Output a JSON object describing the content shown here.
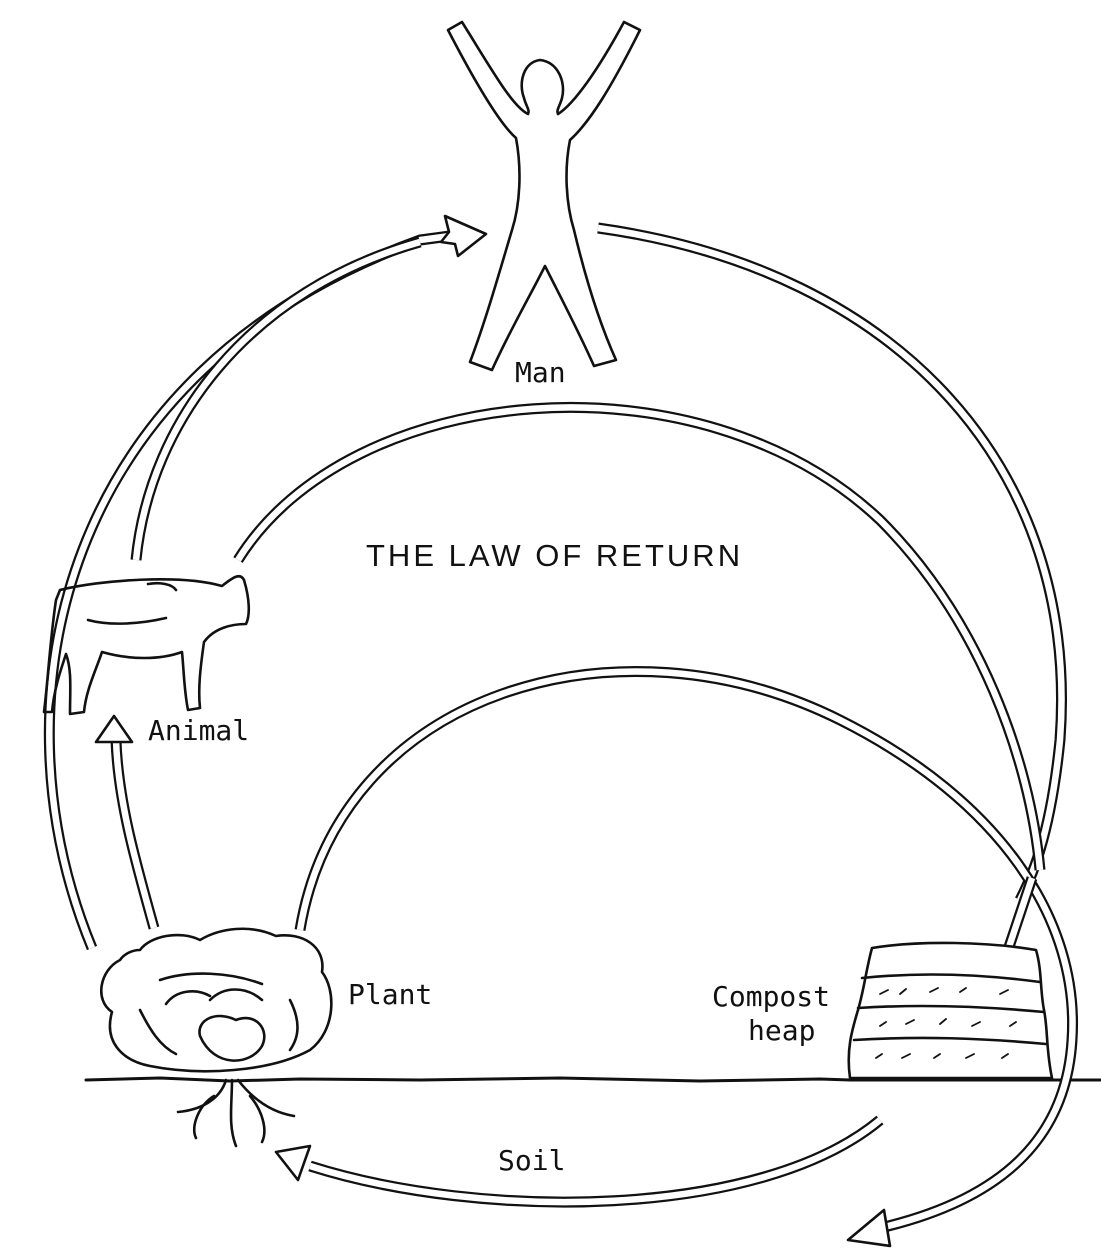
{
  "diagram": {
    "title": "THE LAW OF RETURN",
    "nodes": {
      "man": "Man",
      "animal": "Animal",
      "plant": "Plant",
      "compost_line1": "Compost",
      "compost_line2": "heap",
      "soil": "Soil"
    }
  },
  "colors": {
    "ink": "#111111",
    "paper": "#ffffff"
  }
}
